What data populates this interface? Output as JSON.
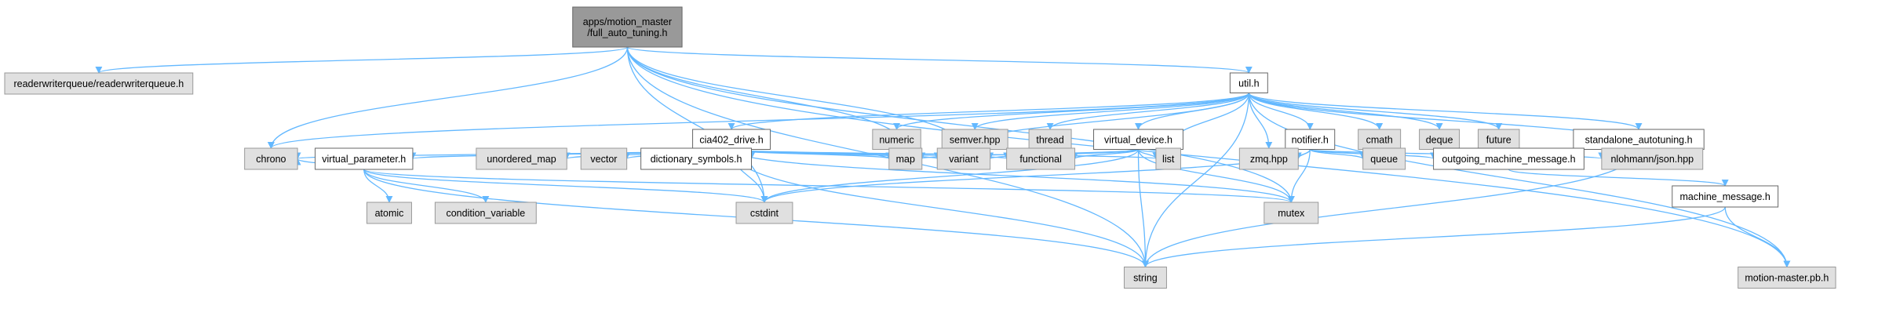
{
  "diagram": {
    "type": "include-dependency-graph",
    "colors": {
      "edge": "#63b8ff",
      "root_fill": "#999999",
      "system_fill": "#e0e0e0",
      "file_fill": "#ffffff",
      "border": "#999999"
    },
    "nodes": [
      {
        "id": "root",
        "label": "apps/motion_master\n/full_auto_tuning.h",
        "kind": "root"
      },
      {
        "id": "rwq",
        "label": "readerwriterqueue/readerwriterqueue.h",
        "kind": "system"
      },
      {
        "id": "util",
        "label": "util.h",
        "kind": "file"
      },
      {
        "id": "chrono",
        "label": "chrono",
        "kind": "system"
      },
      {
        "id": "cia402",
        "label": "cia402_drive.h",
        "kind": "file"
      },
      {
        "id": "numeric",
        "label": "numeric",
        "kind": "system"
      },
      {
        "id": "semver",
        "label": "semver.hpp",
        "kind": "system"
      },
      {
        "id": "thread",
        "label": "thread",
        "kind": "system"
      },
      {
        "id": "vdevice",
        "label": "virtual_device.h",
        "kind": "file"
      },
      {
        "id": "notifier",
        "label": "notifier.h",
        "kind": "file"
      },
      {
        "id": "cmath",
        "label": "cmath",
        "kind": "system"
      },
      {
        "id": "deque",
        "label": "deque",
        "kind": "system"
      },
      {
        "id": "future",
        "label": "future",
        "kind": "system"
      },
      {
        "id": "standalone",
        "label": "standalone_autotuning.h",
        "kind": "file"
      },
      {
        "id": "vparam",
        "label": "virtual_parameter.h",
        "kind": "file"
      },
      {
        "id": "umap",
        "label": "unordered_map",
        "kind": "system"
      },
      {
        "id": "vector",
        "label": "vector",
        "kind": "system"
      },
      {
        "id": "dict",
        "label": "dictionary_symbols.h",
        "kind": "file"
      },
      {
        "id": "map",
        "label": "map",
        "kind": "system"
      },
      {
        "id": "variant",
        "label": "variant",
        "kind": "system"
      },
      {
        "id": "functional",
        "label": "functional",
        "kind": "system"
      },
      {
        "id": "list",
        "label": "list",
        "kind": "system"
      },
      {
        "id": "zmq",
        "label": "zmq.hpp",
        "kind": "system"
      },
      {
        "id": "queue",
        "label": "queue",
        "kind": "system"
      },
      {
        "id": "omm",
        "label": "outgoing_machine_message.h",
        "kind": "file"
      },
      {
        "id": "json",
        "label": "nlohmann/json.hpp",
        "kind": "system"
      },
      {
        "id": "atomic",
        "label": "atomic",
        "kind": "system"
      },
      {
        "id": "condvar",
        "label": "condition_variable",
        "kind": "system"
      },
      {
        "id": "cstdint",
        "label": "cstdint",
        "kind": "system"
      },
      {
        "id": "mutex",
        "label": "mutex",
        "kind": "system"
      },
      {
        "id": "mm",
        "label": "machine_message.h",
        "kind": "file"
      },
      {
        "id": "string",
        "label": "string",
        "kind": "system"
      },
      {
        "id": "mmpb",
        "label": "motion-master.pb.h",
        "kind": "system"
      }
    ],
    "edges": [
      [
        "root",
        "rwq"
      ],
      [
        "root",
        "util"
      ],
      [
        "root",
        "chrono"
      ],
      [
        "root",
        "map"
      ],
      [
        "root",
        "variant"
      ],
      [
        "root",
        "cstdint"
      ],
      [
        "root",
        "mutex"
      ],
      [
        "root",
        "string"
      ],
      [
        "root",
        "mmpb"
      ],
      [
        "util",
        "cia402"
      ],
      [
        "util",
        "chrono"
      ],
      [
        "util",
        "numeric"
      ],
      [
        "util",
        "semver"
      ],
      [
        "util",
        "thread"
      ],
      [
        "util",
        "vdevice"
      ],
      [
        "util",
        "list"
      ],
      [
        "util",
        "zmq"
      ],
      [
        "util",
        "notifier"
      ],
      [
        "util",
        "cmath"
      ],
      [
        "util",
        "deque"
      ],
      [
        "util",
        "future"
      ],
      [
        "util",
        "standalone"
      ],
      [
        "util",
        "json"
      ],
      [
        "util",
        "string"
      ],
      [
        "util",
        "variant"
      ],
      [
        "util",
        "mmpb"
      ],
      [
        "cia402",
        "chrono"
      ],
      [
        "cia402",
        "vparam"
      ],
      [
        "cia402",
        "umap"
      ],
      [
        "cia402",
        "vector"
      ],
      [
        "cia402",
        "dict"
      ],
      [
        "cia402",
        "map"
      ],
      [
        "cia402",
        "variant"
      ],
      [
        "cia402",
        "functional"
      ],
      [
        "cia402",
        "list"
      ],
      [
        "cia402",
        "cstdint"
      ],
      [
        "cia402",
        "mutex"
      ],
      [
        "cia402",
        "string"
      ],
      [
        "vparam",
        "chrono"
      ],
      [
        "vparam",
        "atomic"
      ],
      [
        "vparam",
        "condvar"
      ],
      [
        "vparam",
        "cstdint"
      ],
      [
        "vparam",
        "mutex"
      ],
      [
        "vparam",
        "string"
      ],
      [
        "vdevice",
        "map"
      ],
      [
        "vdevice",
        "variant"
      ],
      [
        "vdevice",
        "functional"
      ],
      [
        "vdevice",
        "list"
      ],
      [
        "vdevice",
        "cstdint"
      ],
      [
        "vdevice",
        "string"
      ],
      [
        "vdevice",
        "mutex"
      ],
      [
        "notifier",
        "zmq"
      ],
      [
        "notifier",
        "queue"
      ],
      [
        "notifier",
        "omm"
      ],
      [
        "notifier",
        "cstdint"
      ],
      [
        "notifier",
        "mutex"
      ],
      [
        "notifier",
        "json"
      ],
      [
        "standalone",
        "json"
      ],
      [
        "standalone",
        "string"
      ],
      [
        "omm",
        "mm"
      ],
      [
        "mm",
        "string"
      ],
      [
        "mm",
        "mmpb"
      ]
    ]
  }
}
